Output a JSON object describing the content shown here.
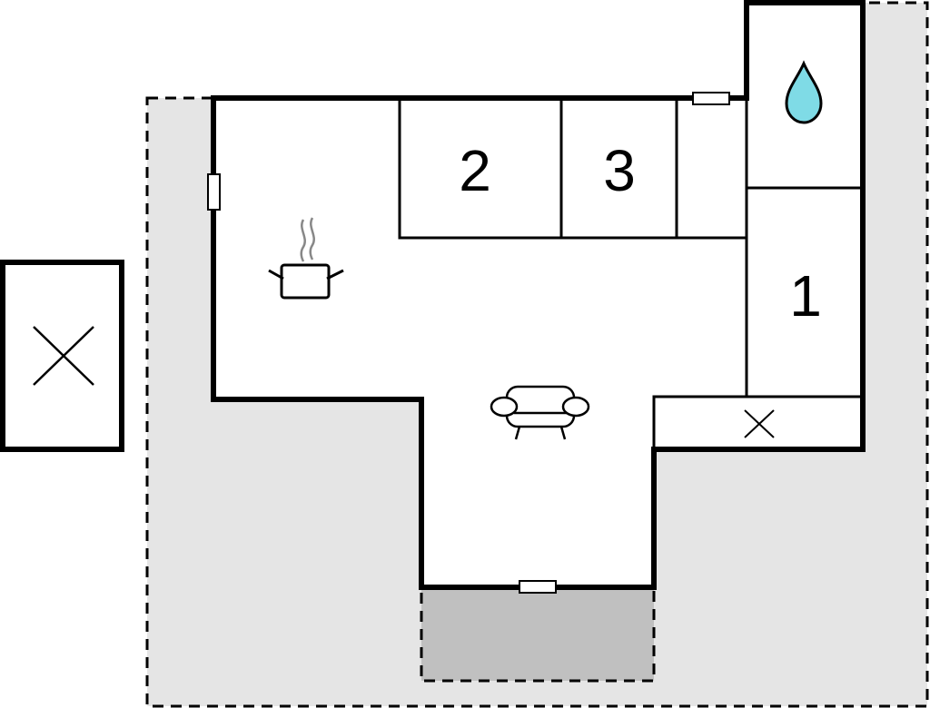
{
  "floorplan": {
    "rooms": [
      {
        "id": "bedroom-2",
        "label": "2"
      },
      {
        "id": "bedroom-3",
        "label": "3"
      },
      {
        "id": "bedroom-1",
        "label": "1"
      }
    ],
    "icons": {
      "bathroom": "water-drop-icon",
      "kitchen": "cooking-pot-icon",
      "living": "sofa-icon",
      "storage": "cross-mark-icon",
      "outbuilding": "cross-mark-icon"
    },
    "colors": {
      "wall": "#000000",
      "terrace": "#e5e5e5",
      "patio": "#c0c0c0",
      "water": "#7fdbe6",
      "steam": "#888888"
    }
  }
}
